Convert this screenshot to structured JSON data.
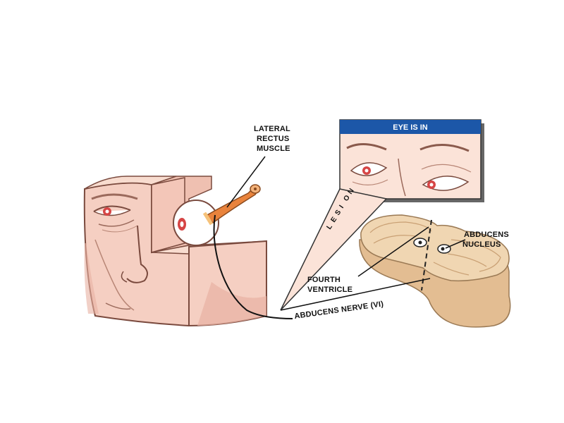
{
  "labels": {
    "lateral_rectus": [
      "LATERAL",
      "RECTUS",
      "MUSCLE"
    ],
    "eye_is_in": "EYE IS IN",
    "lesion": [
      "L",
      "E",
      "S",
      "I",
      "O",
      "N"
    ],
    "abducens_nucleus": [
      "ABDUCENS",
      "NUCLEUS"
    ],
    "fourth_ventricle": [
      "FOURTH",
      "VENTRICLE"
    ],
    "abducens_nerve": "ABDUCENS NERVE (VI)"
  },
  "colors": {
    "skin": "#f5cfc2",
    "skin_shadow": "#e8b1a2",
    "muscle": "#e9833c",
    "banner": "#1c57a8",
    "brainstem": "#f0d6b2",
    "iris": "#d64545"
  }
}
